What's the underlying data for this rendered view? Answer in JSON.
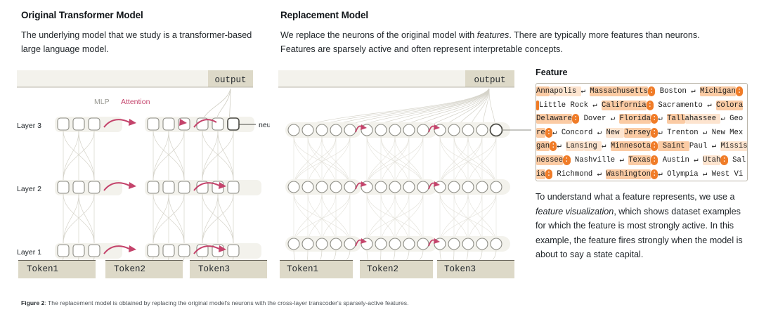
{
  "left_column": {
    "title": "Original Transformer Model",
    "body": "The underlying model that we study is a transformer-based large language model."
  },
  "right_column": {
    "title": "Replacement Model",
    "body_part1": "We replace the neurons of the original model with ",
    "body_italic": "features",
    "body_part2": ". There are typically more features than neurons. Features are sparsely active and often represent interpretable concepts."
  },
  "diagram_left": {
    "output_label": "output",
    "mlp_label": "MLP",
    "attention_label": "Attention",
    "neuron_label": "neuron",
    "layers": [
      "Layer 3",
      "Layer 2",
      "Layer 1"
    ],
    "tokens": [
      "Token1",
      "Token2",
      "Token3"
    ],
    "node_shape": "square",
    "nodes_per_group": 3,
    "groups": 3
  },
  "diagram_right": {
    "output_label": "output",
    "tokens": [
      "Token1",
      "Token2",
      "Token3"
    ],
    "node_shape": "circle",
    "nodes_per_group": 5,
    "groups": 3
  },
  "feature_panel": {
    "title": "Feature",
    "rows": [
      [
        {
          "t": "Ann",
          "h": 2
        },
        {
          "t": "apolis ",
          "h": 1
        },
        {
          "t": "↵ ",
          "h": 0
        },
        {
          "t": "Massachusetts",
          "h": 2
        },
        {
          "t": ":",
          "h": 3
        },
        {
          "t": " Boston ",
          "h": 0
        },
        {
          "t": "↵ ",
          "h": 0
        },
        {
          "t": "Michigan",
          "h": 2
        },
        {
          "t": ":",
          "h": 3
        }
      ],
      [
        {
          "t": " ",
          "h": 3
        },
        {
          "t": " Little Rock ",
          "h": 0
        },
        {
          "t": "↵ ",
          "h": 0
        },
        {
          "t": "California",
          "h": 2
        },
        {
          "t": ":",
          "h": 3
        },
        {
          "t": " Sacramento ",
          "h": 0
        },
        {
          "t": "↵ ",
          "h": 0
        },
        {
          "t": "Colora",
          "h": 2
        }
      ],
      [
        {
          "t": "Delaware",
          "h": 2
        },
        {
          "t": ":",
          "h": 3
        },
        {
          "t": " Dover ",
          "h": 0
        },
        {
          "t": "↵ ",
          "h": 0
        },
        {
          "t": "Florida",
          "h": 2
        },
        {
          "t": ":",
          "h": 3
        },
        {
          "t": "↵ ",
          "h": 0
        },
        {
          "t": "Tall",
          "h": 2
        },
        {
          "t": "ahassee ",
          "h": 1
        },
        {
          "t": "↵ ",
          "h": 0
        },
        {
          "t": "Geo",
          "h": 0
        }
      ],
      [
        {
          "t": "re",
          "h": 2
        },
        {
          "t": ":",
          "h": 3
        },
        {
          "t": "↵ ",
          "h": 0
        },
        {
          "t": "Concord ",
          "h": 0
        },
        {
          "t": "↵ ",
          "h": 0
        },
        {
          "t": "New ",
          "h": 1
        },
        {
          "t": "Jersey",
          "h": 2
        },
        {
          "t": ":",
          "h": 3
        },
        {
          "t": "↵ ",
          "h": 0
        },
        {
          "t": "Trenton ",
          "h": 0
        },
        {
          "t": "↵ ",
          "h": 0
        },
        {
          "t": "New Mex",
          "h": 0
        }
      ],
      [
        {
          "t": "gan",
          "h": 2
        },
        {
          "t": ":",
          "h": 3
        },
        {
          "t": "↵ ",
          "h": 0
        },
        {
          "t": "Lans",
          "h": 1
        },
        {
          "t": "ing ",
          "h": 1
        },
        {
          "t": "↵ ",
          "h": 0
        },
        {
          "t": "Minnesota",
          "h": 2
        },
        {
          "t": ":",
          "h": 3
        },
        {
          "t": " Saint ",
          "h": 2
        },
        {
          "t": "Paul ",
          "h": 0
        },
        {
          "t": "↵ ",
          "h": 0
        },
        {
          "t": "Missis",
          "h": 1
        }
      ],
      [
        {
          "t": "nessee",
          "h": 2
        },
        {
          "t": ":",
          "h": 3
        },
        {
          "t": " Nashville ",
          "h": 0
        },
        {
          "t": "↵ ",
          "h": 0
        },
        {
          "t": "Texas",
          "h": 2
        },
        {
          "t": ":",
          "h": 3
        },
        {
          "t": " Austin ",
          "h": 0
        },
        {
          "t": "↵ ",
          "h": 0
        },
        {
          "t": "Utah",
          "h": 1
        },
        {
          "t": ":",
          "h": 3
        },
        {
          "t": " Sal",
          "h": 0
        }
      ],
      [
        {
          "t": "ia",
          "h": 2
        },
        {
          "t": ":",
          "h": 3
        },
        {
          "t": " Richmond ",
          "h": 0
        },
        {
          "t": "↵ ",
          "h": 0
        },
        {
          "t": "Washington",
          "h": 2
        },
        {
          "t": ":",
          "h": 3
        },
        {
          "t": "↵ ",
          "h": 0
        },
        {
          "t": "Olymp",
          "h": 0
        },
        {
          "t": "ia ",
          "h": 0
        },
        {
          "t": "↵ ",
          "h": 0
        },
        {
          "t": "West Vi",
          "h": 0
        }
      ]
    ],
    "caption_part1": "To understand what a feature represents, we use a ",
    "caption_italic": "feature visualization",
    "caption_part2": ", which shows dataset examples for which the feature is most strongly active. In this example, the feature fires strongly when the model is about to say a state capital."
  },
  "figure_caption": {
    "label": "Figure 2",
    "text": ": The replacement model is obtained by replacing the original model's neurons with the cross-layer transcoder's sparsely-active features."
  },
  "colors": {
    "accent_pink": "#c4436b",
    "node_stroke": "#8c8c84",
    "token_bar": "#ddd9c8",
    "output_bar": "#ddd9c8",
    "band": "#f3f2ec",
    "highlight_light": "#fde4cf",
    "highlight_mid": "#fbcba4",
    "highlight_strong": "#f07c28"
  }
}
